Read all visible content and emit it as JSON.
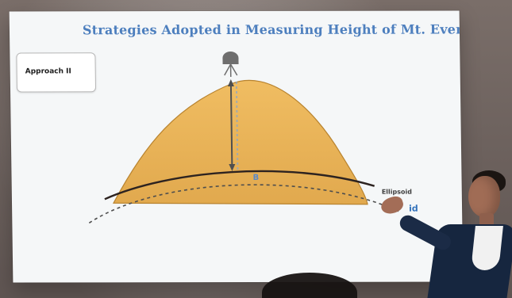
{
  "slide": {
    "title": "Strategies Adopted in Measuring Height of Mt. Everest",
    "approach_label": "Approach II",
    "labels": {
      "ellipsoid": "Ellipsoid",
      "geoid_partial": "id",
      "point": "B"
    }
  },
  "icons": {
    "instrument": "surveying-instrument-icon"
  },
  "colors": {
    "title": "#4d7fbe",
    "mountain_fill": "#e6b561",
    "mountain_edge": "#b8832f",
    "measurement_line": "#4f4f4f",
    "ellipsoid_line": "#2d2320",
    "geoid_dash": "#4e4e4e",
    "slide_background": "#f5f7f8"
  }
}
